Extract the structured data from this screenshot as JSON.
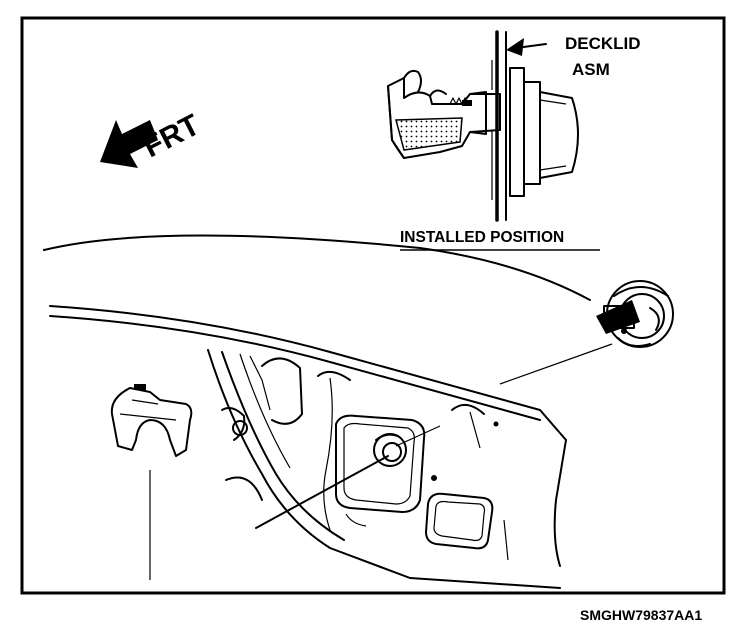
{
  "labels": {
    "frt": "FRT",
    "decklid_line1": "DECKLID",
    "decklid_line2": "ASM",
    "installed_position": "INSTALLED POSITION",
    "figure_code": "SMGHW79837AA1"
  },
  "icons": {
    "direction_arrow": "arrow-left-down-icon"
  }
}
